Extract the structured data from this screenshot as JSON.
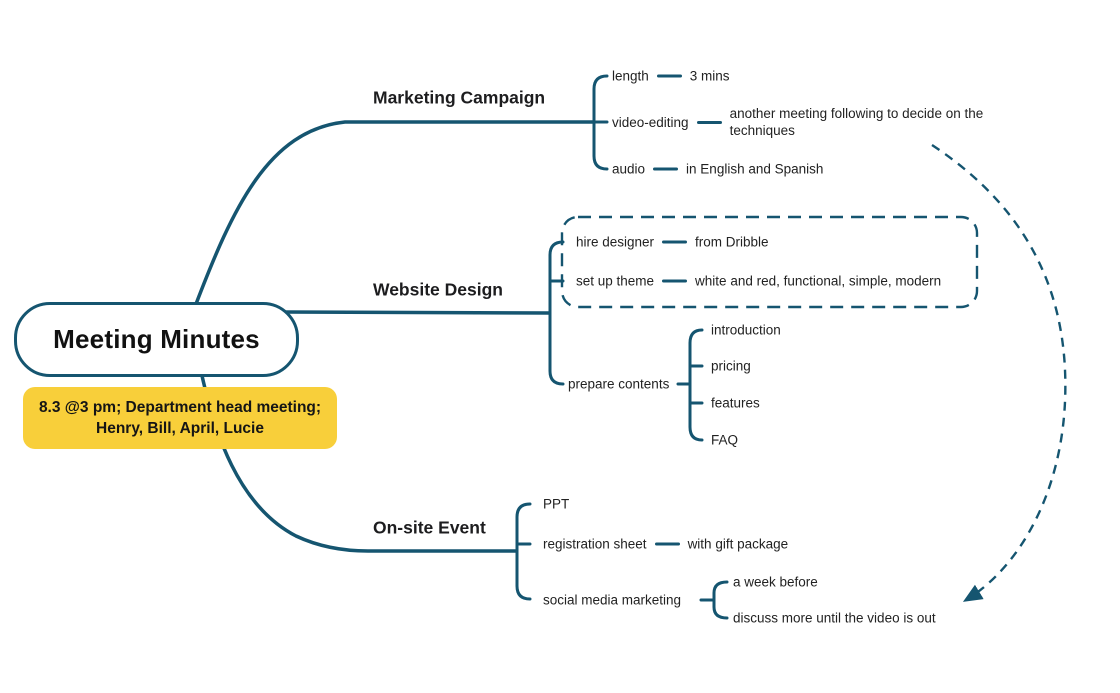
{
  "colors": {
    "line": "#155570",
    "note_bg": "#F8CF3A",
    "text": "#1a1a1a"
  },
  "root": {
    "title": "Meeting Minutes"
  },
  "note": {
    "text": "8.3 @3 pm; Department head meeting; Henry, Bill, April, Lucie"
  },
  "branches": [
    {
      "label": "Marketing Campaign",
      "children": [
        {
          "label": "length",
          "value": "3 mins"
        },
        {
          "label": "video-editing",
          "value": "another meeting following to decide on the techniques"
        },
        {
          "label": "audio",
          "value": "in English and Spanish"
        }
      ]
    },
    {
      "label": "Website Design",
      "children": [
        {
          "label": "hire designer",
          "value": "from Dribble"
        },
        {
          "label": "set up theme",
          "value": "white and red, functional, simple, modern"
        },
        {
          "label": "prepare contents",
          "children": [
            {
              "label": "introduction"
            },
            {
              "label": "pricing"
            },
            {
              "label": "features"
            },
            {
              "label": "FAQ"
            }
          ]
        }
      ]
    },
    {
      "label": "On-site Event",
      "children": [
        {
          "label": "PPT"
        },
        {
          "label": "registration sheet",
          "value": "with gift package"
        },
        {
          "label": "social media marketing",
          "children": [
            {
              "label": "a week before"
            },
            {
              "label": "discuss more until the video is out"
            }
          ]
        }
      ]
    }
  ]
}
